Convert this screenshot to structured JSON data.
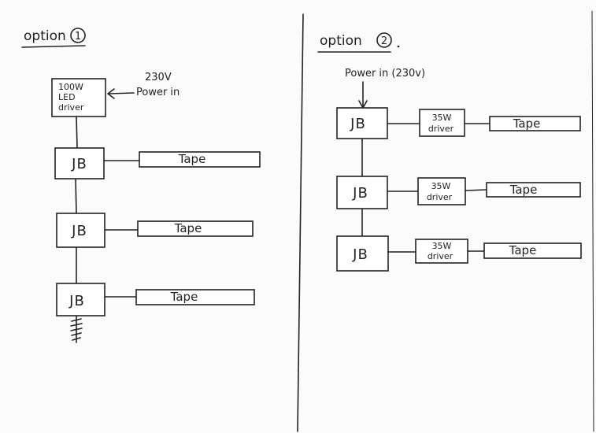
{
  "option1": {
    "title": "option",
    "number": "1",
    "driver": {
      "line1": "100W",
      "line2": "LED",
      "line3": "driver"
    },
    "power_in": {
      "voltage": "230V",
      "label": "Power in"
    },
    "junction_boxes": [
      "JB",
      "JB",
      "JB"
    ],
    "tapes": [
      "Tape",
      "Tape",
      "Tape"
    ]
  },
  "option2": {
    "title": "option",
    "number": "2",
    "power_in": "Power in (230v)",
    "junction_boxes": [
      "JB",
      "JB",
      "JB"
    ],
    "drivers": [
      {
        "line1": "35W",
        "line2": "driver"
      },
      {
        "line1": "35W",
        "line2": "driver"
      },
      {
        "line1": "35W",
        "line2": "driver"
      }
    ],
    "tapes": [
      "Tape",
      "Tape",
      "Tape"
    ]
  }
}
